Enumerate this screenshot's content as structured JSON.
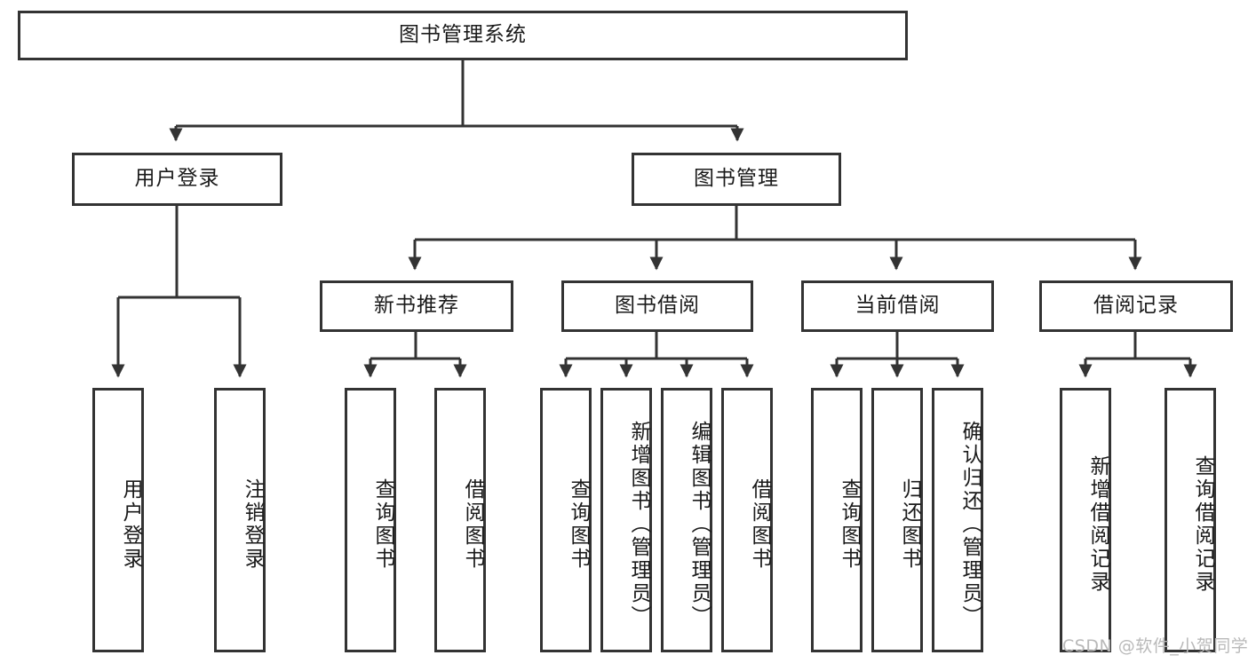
{
  "diagram": {
    "title": "图书管理系统",
    "type": "tree-hierarchy-diagram",
    "watermark": "CSDN @软件_小贺同学",
    "colors": {
      "line": "#333333",
      "box_border": "#333333",
      "background": "#ffffff",
      "text": "#1a1a1a",
      "watermark": "#b9b9b9"
    },
    "root": {
      "label": "图书管理系统"
    },
    "level1": [
      {
        "label": "用户登录"
      },
      {
        "label": "图书管理"
      }
    ],
    "level2": [
      {
        "label": "新书推荐"
      },
      {
        "label": "图书借阅"
      },
      {
        "label": "当前借阅"
      },
      {
        "label": "借阅记录"
      }
    ],
    "leaves": {
      "user_login": [
        {
          "label": "用户登录"
        },
        {
          "label": "注销登录"
        }
      ],
      "new_book_recommend": [
        {
          "label": "查询图书"
        },
        {
          "label": "借阅图书"
        }
      ],
      "book_borrow": [
        {
          "label": "查询图书"
        },
        {
          "label": "新增图书（管理员）"
        },
        {
          "label": "编辑图书（管理员）"
        },
        {
          "label": "借阅图书"
        }
      ],
      "current_borrow": [
        {
          "label": "查询图书"
        },
        {
          "label": "归还图书"
        },
        {
          "label": "确认归还（管理员）"
        }
      ],
      "borrow_record": [
        {
          "label": "新增借阅记录"
        },
        {
          "label": "查询借阅记录"
        }
      ]
    }
  }
}
